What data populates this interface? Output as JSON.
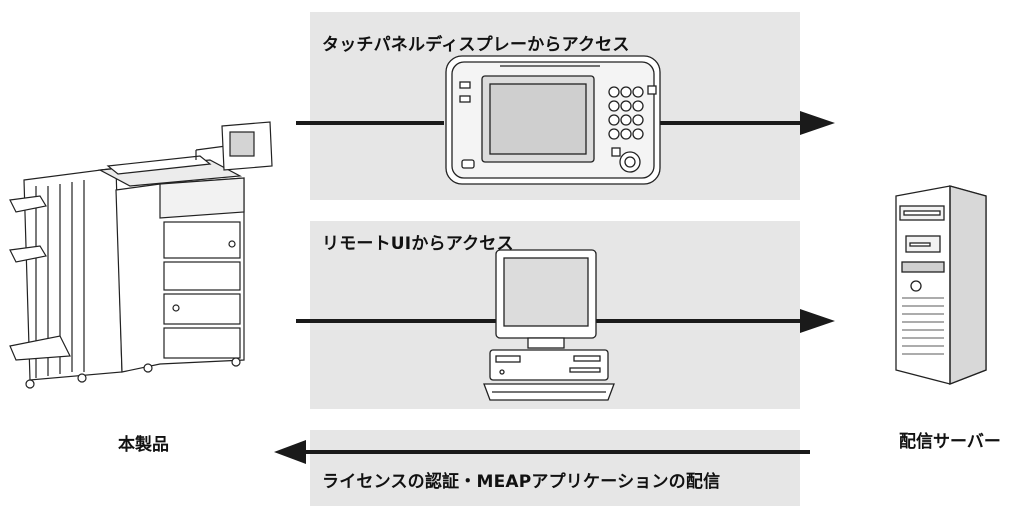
{
  "panels": {
    "touch_panel_label": "タッチパネルディスプレーからアクセス",
    "remote_ui_label": "リモートUIからアクセス",
    "distribution_label": "ライセンスの認証・MEAPアプリケーションの配信"
  },
  "captions": {
    "device": "本製品",
    "server": "配信サーバー"
  },
  "colors": {
    "panel_bg": "#e6e6e6",
    "line": "#1a1a1a",
    "device_outline": "#222222"
  },
  "icons": [
    "multifunction-printer-icon",
    "touch-panel-icon",
    "desktop-computer-icon",
    "server-icon",
    "arrow-right-icon",
    "arrow-left-icon"
  ]
}
